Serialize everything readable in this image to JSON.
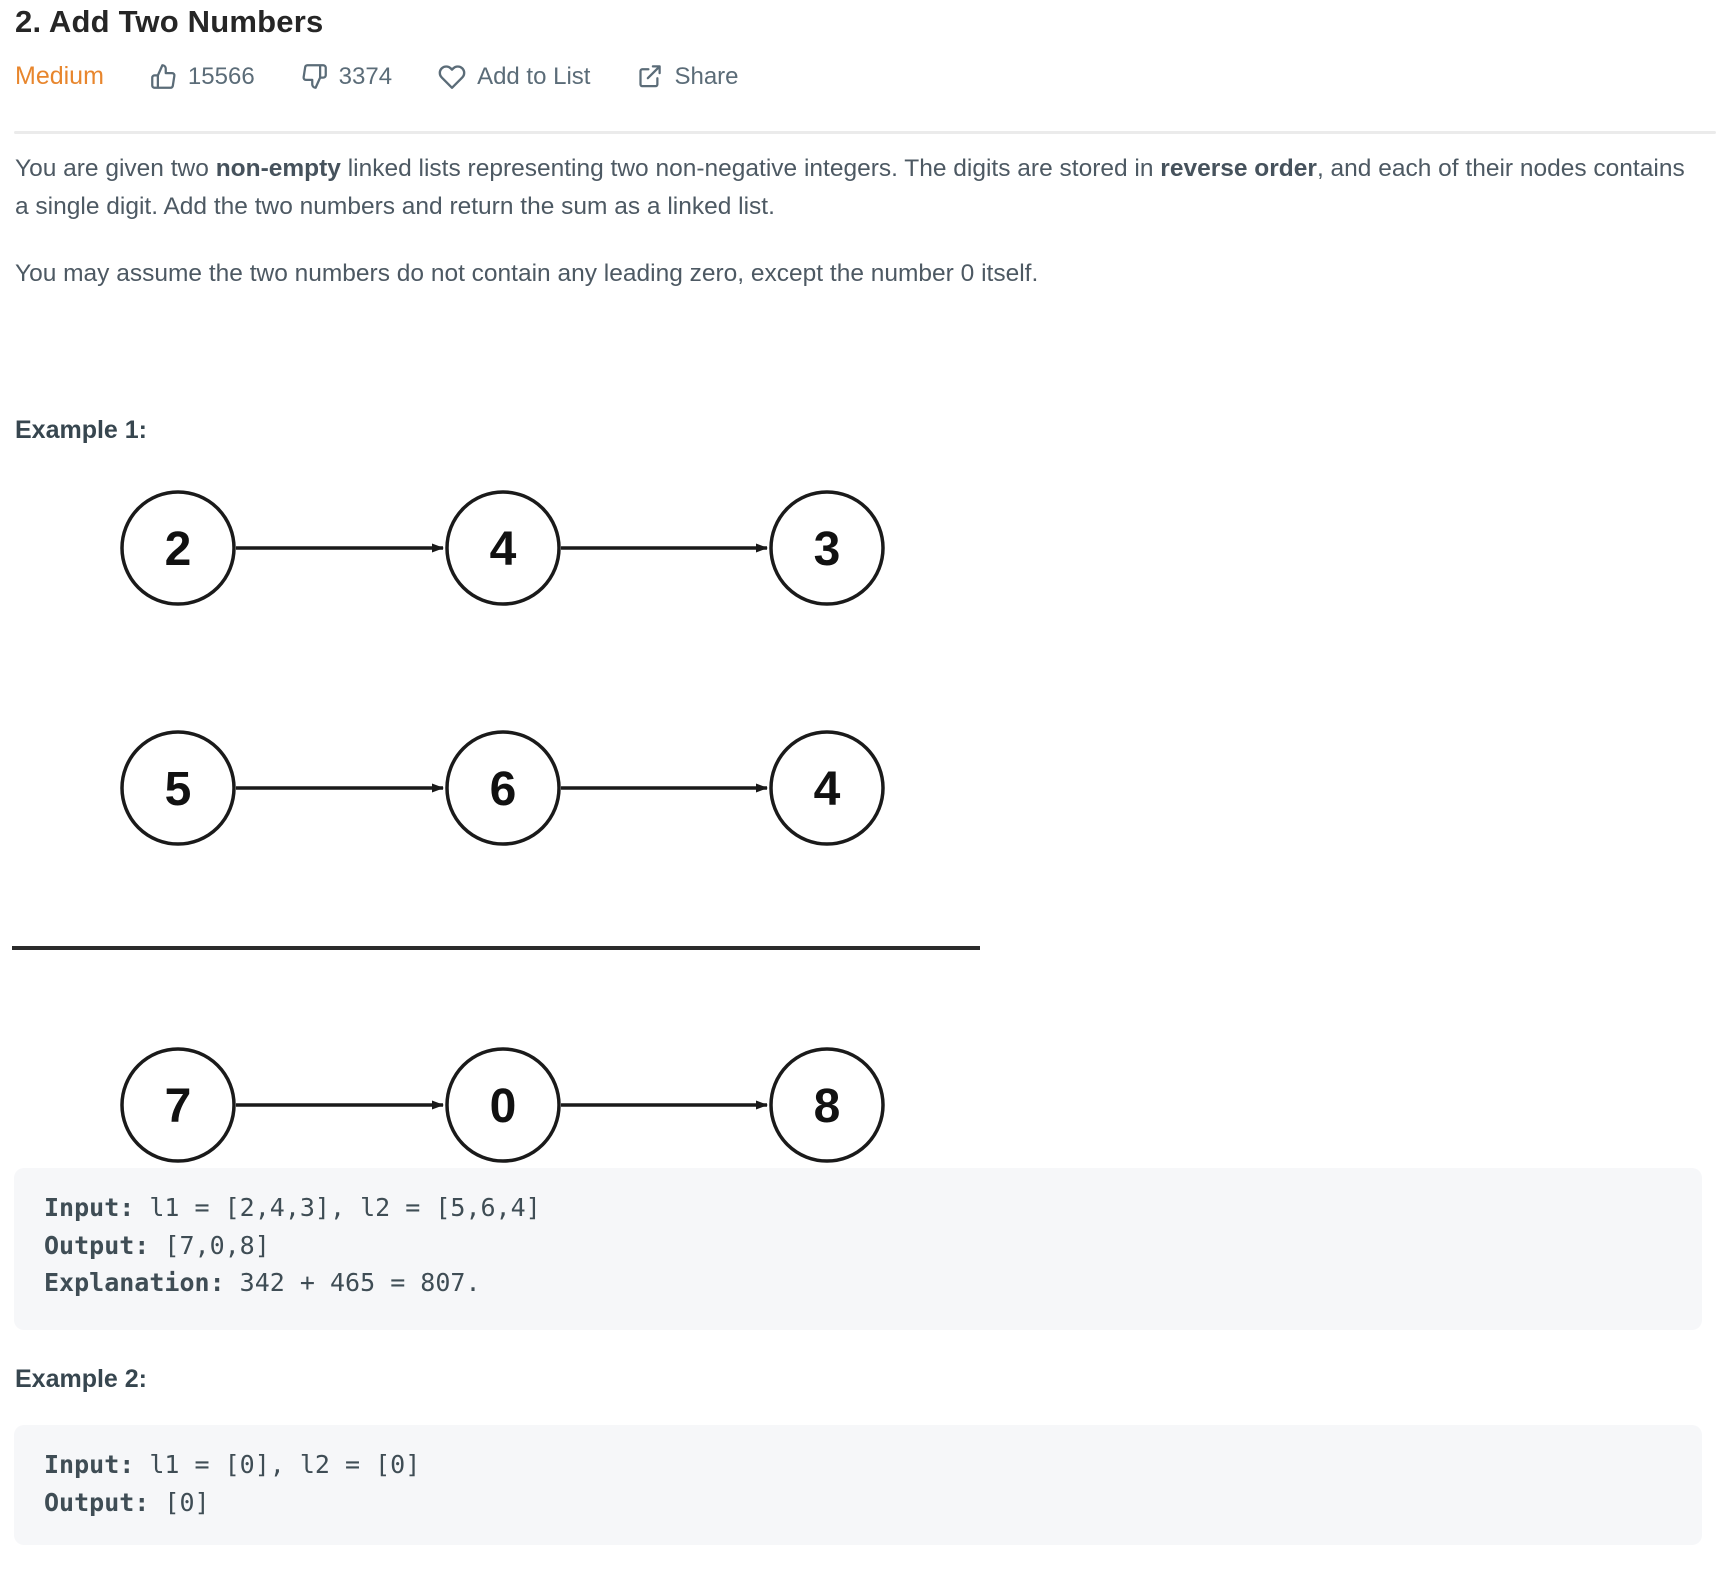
{
  "header": {
    "title": "2. Add Two Numbers",
    "difficulty": "Medium",
    "likes": "15566",
    "dislikes": "3374",
    "add_to_list_label": "Add to List",
    "share_label": "Share"
  },
  "colors": {
    "difficulty_orange": "#e8862d",
    "meta_gray": "#5b6c78",
    "body_text": "#4d5963",
    "heading_text": "#37464f",
    "code_background": "#f6f7f9",
    "node_stroke": "#1a1a1a"
  },
  "description": {
    "p1_run1": "You are given two ",
    "p1_bold1": "non-empty",
    "p1_run2": " linked lists representing two non-negative integers. The digits are stored in ",
    "p1_bold2": "reverse order",
    "p1_run3": ", and each of their nodes contains a single digit. Add the two numbers and return the sum as a linked list.",
    "p2": "You may assume the two numbers do not contain any leading zero, except the number 0 itself."
  },
  "example1": {
    "heading": "Example 1:",
    "diagram": {
      "list1": [
        "2",
        "4",
        "3"
      ],
      "list2": [
        "5",
        "6",
        "4"
      ],
      "result": [
        "7",
        "0",
        "8"
      ]
    },
    "code": [
      {
        "label": "Input:",
        "text": " l1 = [2,4,3], l2 = [5,6,4]"
      },
      {
        "label": "Output:",
        "text": " [7,0,8]"
      },
      {
        "label": "Explanation:",
        "text": " 342 + 465 = 807."
      }
    ]
  },
  "example2": {
    "heading": "Example 2:",
    "code": [
      {
        "label": "Input:",
        "text": " l1 = [0], l2 = [0]"
      },
      {
        "label": "Output:",
        "text": " [0]"
      }
    ]
  }
}
